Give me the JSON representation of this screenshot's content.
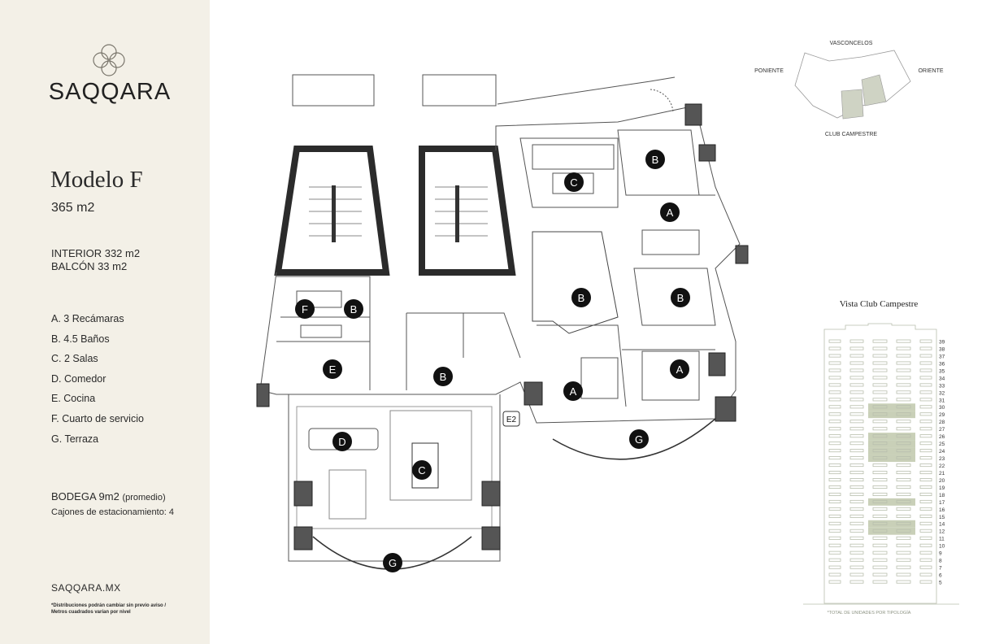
{
  "brand": "SAQQARA",
  "model": {
    "title": "Modelo F",
    "area": "365 m2",
    "interior": "INTERIOR 332 m2",
    "balcony": "BALCÓN 33 m2"
  },
  "legend": [
    {
      "key": "A",
      "text": "A. 3 Recámaras"
    },
    {
      "key": "B",
      "text": "B. 4.5 Baños"
    },
    {
      "key": "C",
      "text": "C. 2 Salas"
    },
    {
      "key": "D",
      "text": "D. Comedor"
    },
    {
      "key": "E",
      "text": "E. Cocina"
    },
    {
      "key": "F",
      "text": "F. Cuarto de servicio"
    },
    {
      "key": "G",
      "text": "G. Terraza"
    }
  ],
  "storage": {
    "label": "BODEGA 9m2",
    "note": "(promedio)"
  },
  "parking": "Cajones de estacionamiento: 4",
  "website": "SAQQARA.MX",
  "disclaimer": "*Distribuciones podrán cambiar sin previo aviso / Metros cuadrados varían por nivel",
  "plan_labels": {
    "A": "A",
    "B": "B",
    "C": "C",
    "D": "D",
    "E": "E",
    "F": "F",
    "G": "G",
    "E2": "E2"
  },
  "orientation": {
    "north": "VASCONCELOS",
    "west": "PONIENTE",
    "east": "ORIENTE",
    "south": "CLUB CAMPESTRE"
  },
  "tower": {
    "title": "Vista Club Campestre",
    "floors": [
      "39",
      "38",
      "37",
      "36",
      "35",
      "34",
      "33",
      "32",
      "31",
      "30",
      "29",
      "28",
      "27",
      "26",
      "25",
      "24",
      "23",
      "22",
      "21",
      "20",
      "19",
      "18",
      "17",
      "16",
      "15",
      "14",
      "12",
      "11",
      "10",
      "9",
      "8",
      "7",
      "6",
      "5"
    ],
    "highlighted_floors": [
      "30",
      "29",
      "26",
      "25",
      "24",
      "23",
      "17",
      "14",
      "12"
    ],
    "footnote": "*TOTAL DE UNIDADES POR TIPOLOGÍA"
  },
  "colors": {
    "sidebar_bg": "#f3f0e7",
    "marker": "#111111",
    "tower_highlight": "#c9d0b8",
    "tower_line": "#b9bfae"
  }
}
